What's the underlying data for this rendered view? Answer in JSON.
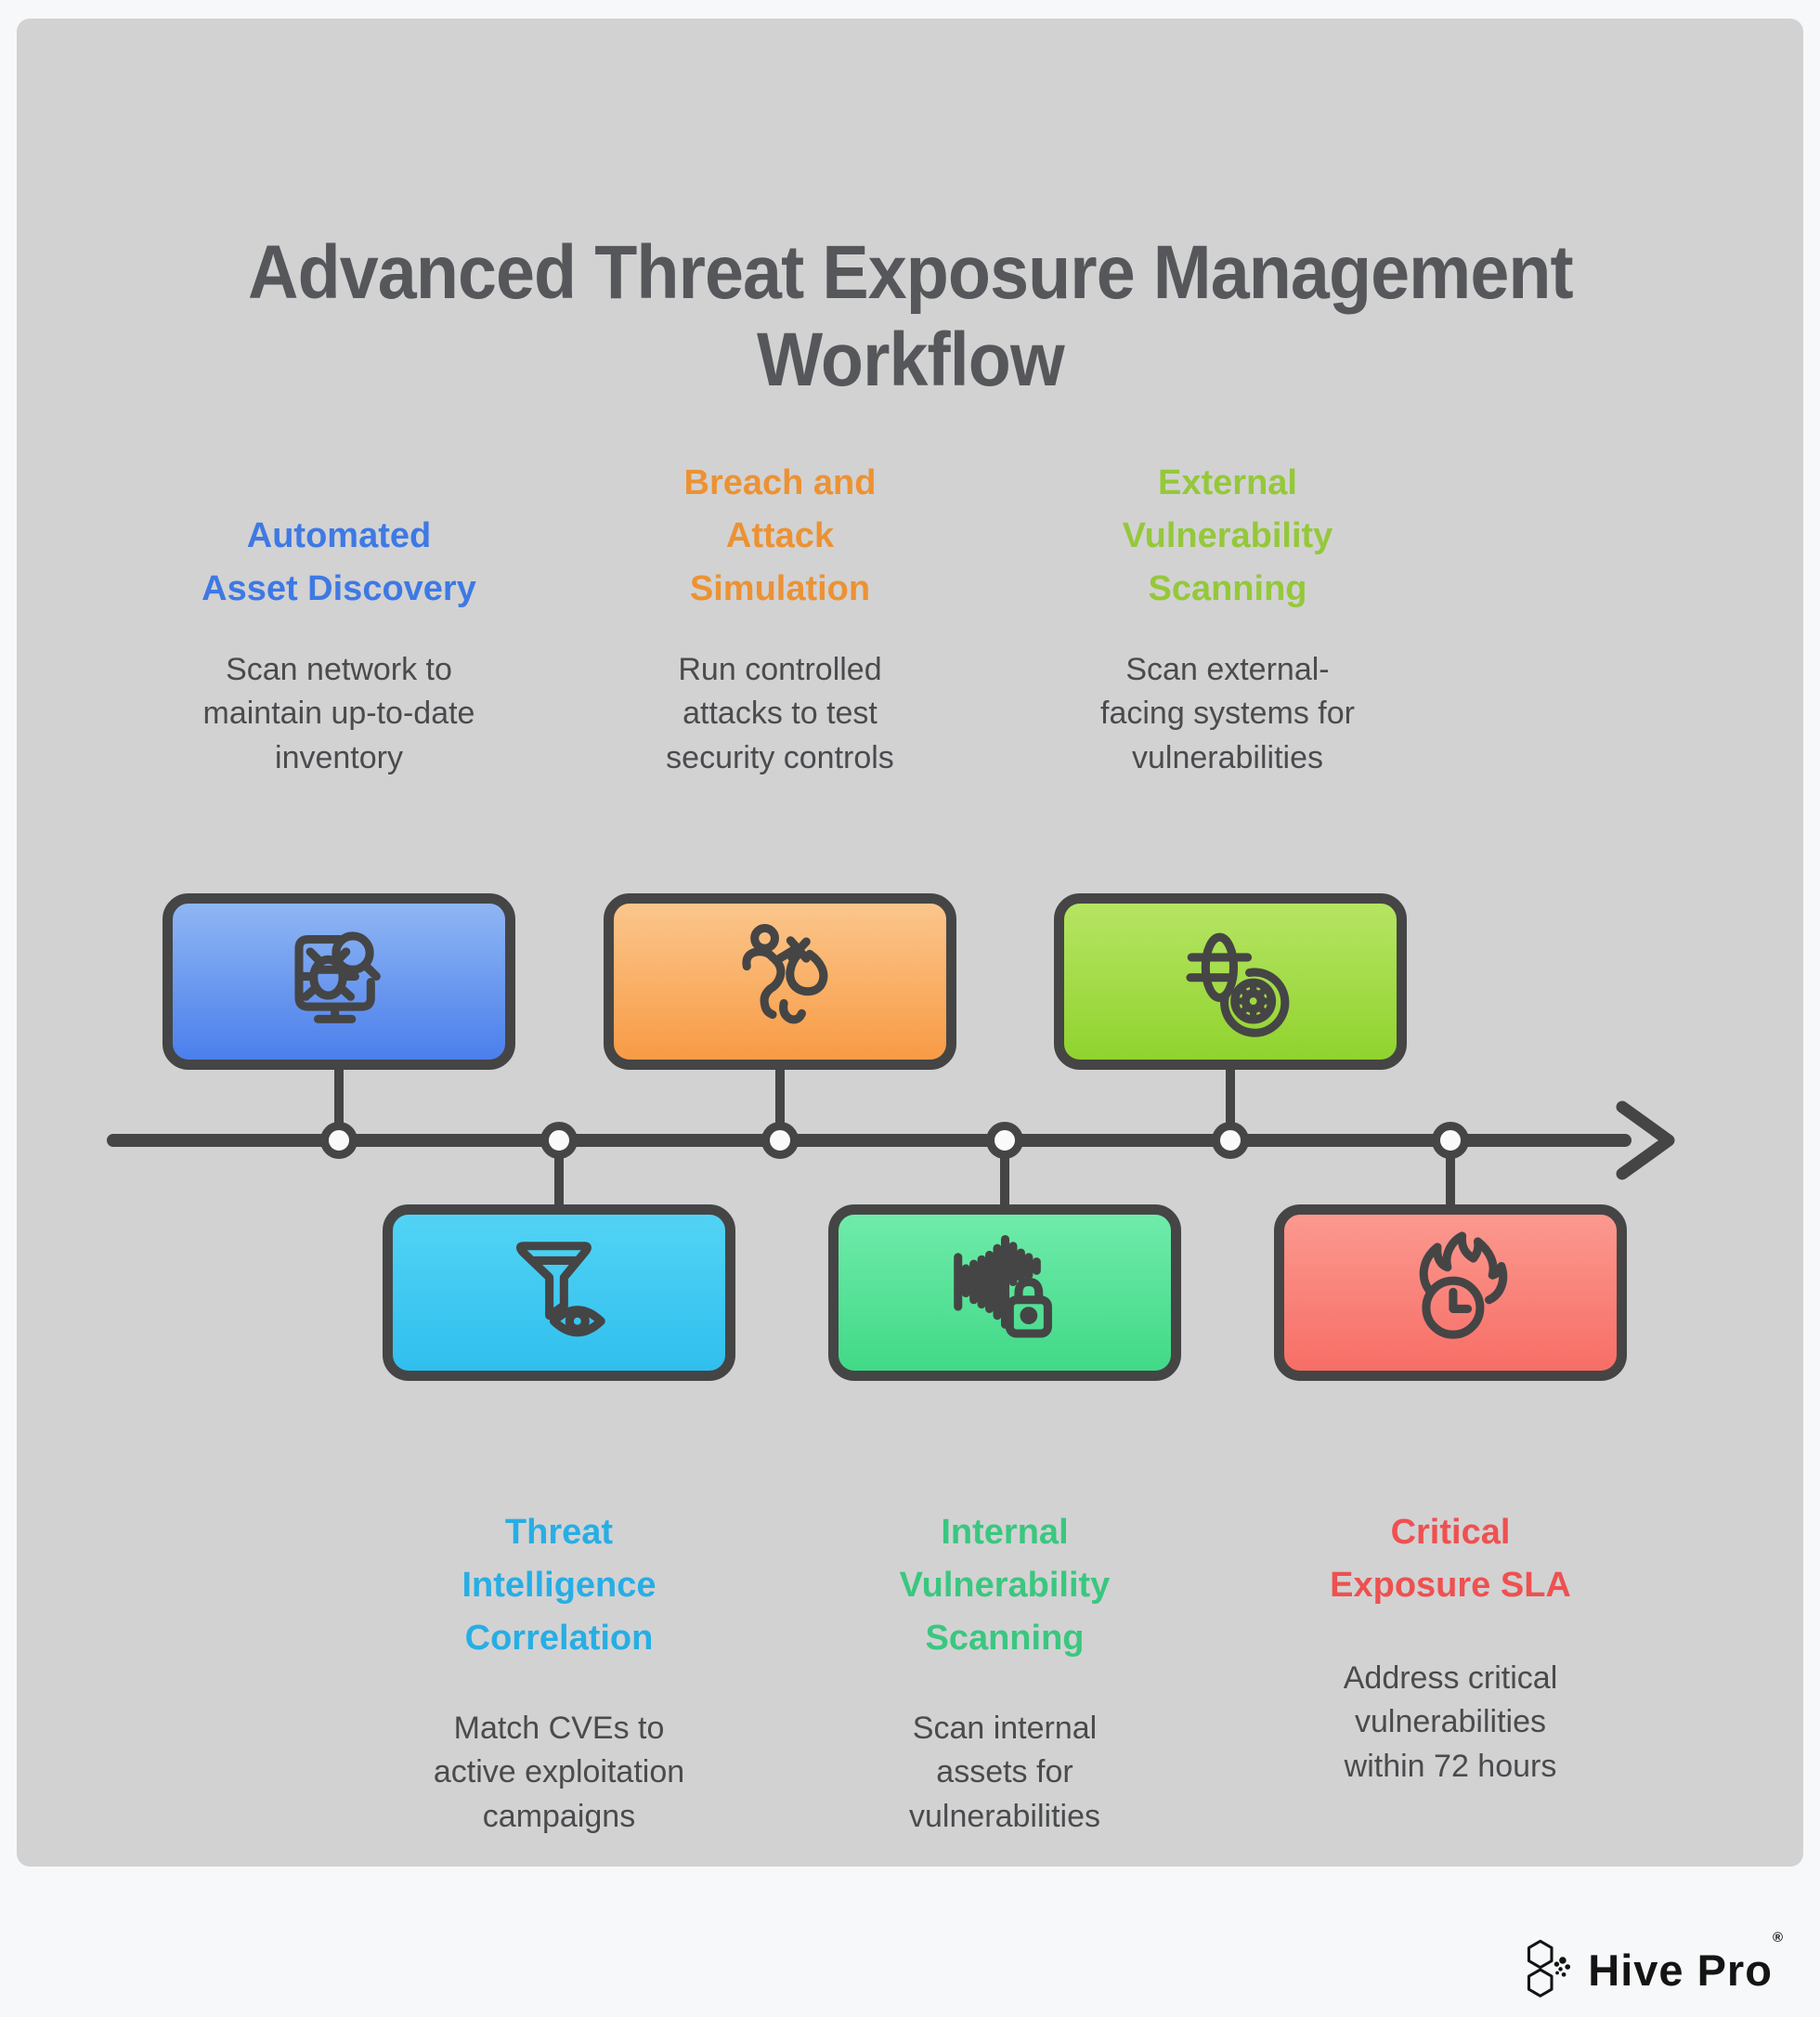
{
  "page": {
    "background": "#f7f8f9",
    "panel_background": "#d2d2d3",
    "stroke_color": "#454545",
    "body_text_color": "#4a4b4d"
  },
  "title": {
    "text": "Advanced Threat Exposure Management\nWorkflow",
    "color": "#56575a"
  },
  "timeline": {
    "direction": "left-to-right-arrow",
    "color": "#454545",
    "node_count": 6,
    "node_fill": "#fafafa"
  },
  "steps": [
    {
      "heading": "Automated\nAsset Discovery",
      "heading_color": "#3e79e4",
      "description": "Scan network to\nmaintain up-to-date\ninventory",
      "icon": "monitor-bug-search-icon",
      "row": "top",
      "box_gradient_top": "#8fb6f3",
      "box_gradient_bottom": "#4b7fec"
    },
    {
      "heading": "Threat\nIntelligence\nCorrelation",
      "heading_color": "#27aee4",
      "description": "Match CVEs to\nactive exploitation\ncampaigns",
      "icon": "funnel-eye-icon",
      "row": "bottom",
      "box_gradient_top": "#52d3f5",
      "box_gradient_bottom": "#30bfee"
    },
    {
      "heading": "Breach and\nAttack\nSimulation",
      "heading_color": "#ec9233",
      "description": "Run controlled\nattacks to test\nsecurity controls",
      "icon": "thief-running-icon",
      "row": "top",
      "box_gradient_top": "#fbc68c",
      "box_gradient_bottom": "#f89b45"
    },
    {
      "heading": "Internal\nVulnerability\nScanning",
      "heading_color": "#3ac77f",
      "description": "Scan internal\nassets for\nvulnerabilities",
      "icon": "soundwave-lock-icon",
      "row": "bottom",
      "box_gradient_top": "#6febaa",
      "box_gradient_bottom": "#41d987"
    },
    {
      "heading": "External\nVulnerability\nScanning",
      "heading_color": "#95c839",
      "description": "Scan external-\nfacing systems for\nvulnerabilities",
      "icon": "globe-gear-icon",
      "row": "top",
      "box_gradient_top": "#b6e463",
      "box_gradient_bottom": "#90d32e"
    },
    {
      "heading": "Critical\nExposure SLA",
      "heading_color": "#ee5150",
      "description": "Address critical\nvulnerabilities\nwithin 72 hours",
      "icon": "fire-clock-icon",
      "row": "bottom",
      "box_gradient_top": "#fb998f",
      "box_gradient_bottom": "#f76e66"
    }
  ],
  "logo": {
    "text": "Hive Pro",
    "registered": "®",
    "mark": "honeycomb-hexagons-icon",
    "color": "#141414"
  }
}
